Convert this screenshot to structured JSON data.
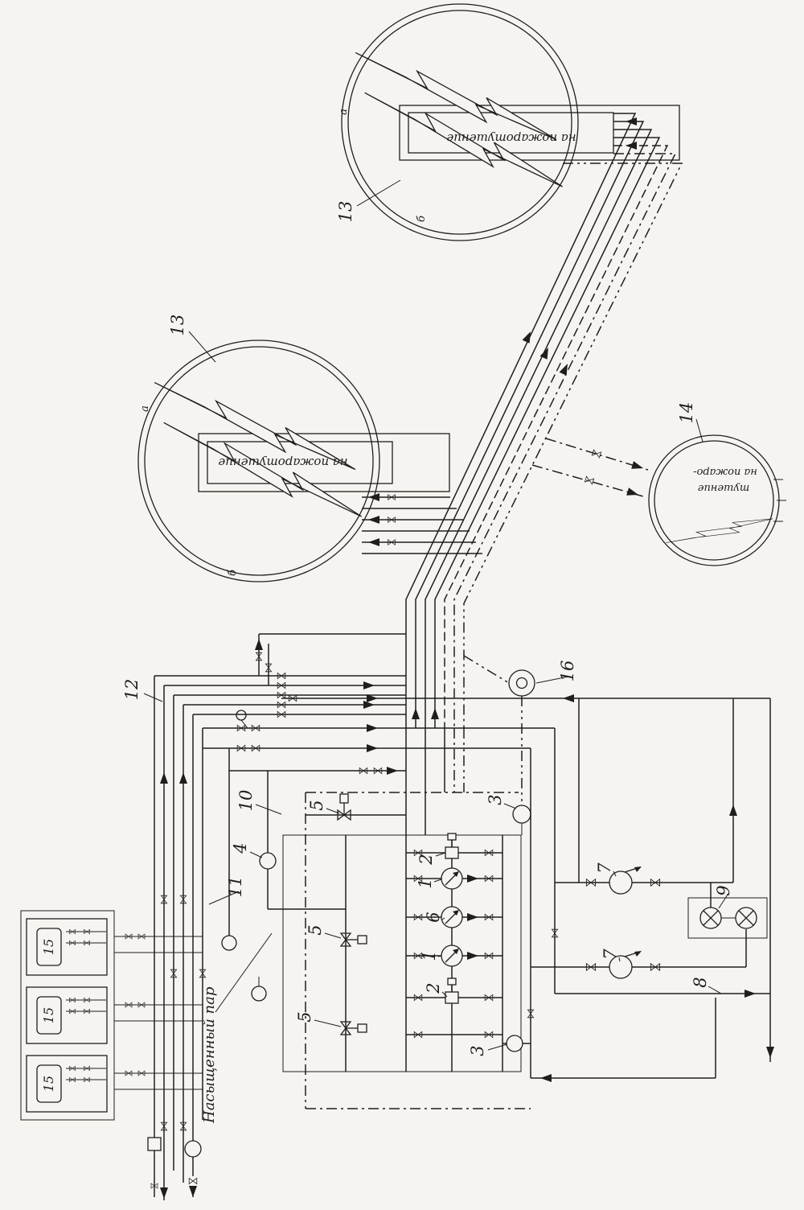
{
  "figure": {
    "background": "#f5f4f0",
    "ink": "#1f1e1c"
  },
  "tanks": {
    "top": {
      "number": "13",
      "inscription": "на пожаротушение",
      "rim_a": "а",
      "rim_b": "б"
    },
    "middle": {
      "number": "13",
      "inscription": "на пожаротушение",
      "rim_a": "а",
      "rim_b": "б"
    },
    "side": {
      "number": "14",
      "inscription_line1": "на пожаро-",
      "inscription_line2": "тушение"
    }
  },
  "callouts": {
    "c1a": "1",
    "c1b": "1",
    "c2a": "2",
    "c2b": "2",
    "c3a": "3",
    "c3b": "3",
    "c4": "4",
    "c5a": "5",
    "c5b": "5",
    "c5c": "5",
    "c6": "6",
    "c7a": "7",
    "c7b": "7",
    "c8": "8",
    "c9": "9",
    "c10": "10",
    "c11": "11",
    "c12": "12",
    "c15a": "15",
    "c15b": "15",
    "c15c": "15",
    "c16": "16"
  },
  "annotations": {
    "saturated_steam": "Насыщенный пар"
  }
}
